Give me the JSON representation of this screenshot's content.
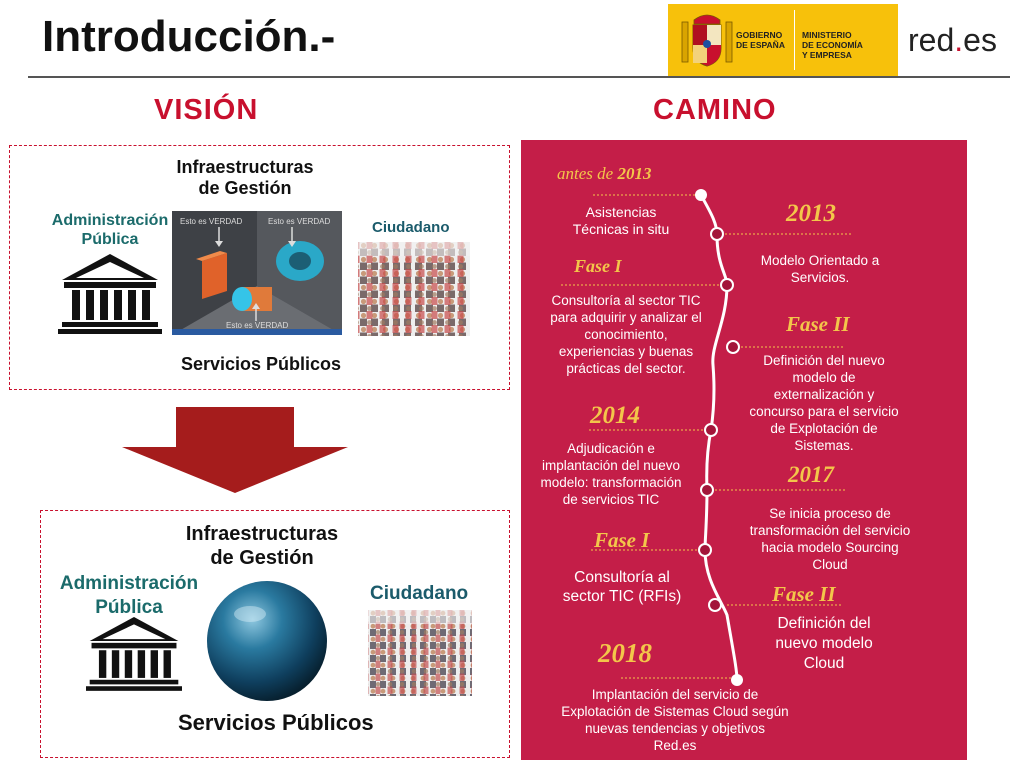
{
  "header": {
    "title": "Introducción.-",
    "gov_col1": [
      "GOBIERNO",
      "DE ESPAÑA"
    ],
    "gov_col2": [
      "MINISTERIO",
      "DE ECONOMÍA",
      "Y EMPRESA"
    ],
    "redes_prefix": "red",
    "redes_dot": ".",
    "redes_suffix": "es"
  },
  "vision": {
    "heading": "VISIÓN",
    "top": {
      "infra": [
        "Infraestructuras",
        "de Gestión"
      ],
      "admin": [
        "Administración",
        "Pública"
      ],
      "ciudadano": "Ciudadano",
      "servicios": "Servicios Públicos",
      "verdad": "Esto es VERDAD"
    },
    "bottom": {
      "infra": [
        "Infraestructuras",
        "de Gestión"
      ],
      "admin": [
        "Administración",
        "Pública"
      ],
      "ciudadano": "Ciudadano",
      "servicios": "Servicios Públicos"
    }
  },
  "camino": {
    "heading": "CAMINO",
    "pre_label": "antes de",
    "pre_year": "2013",
    "items": [
      {
        "label": "",
        "text": [
          "Asistencias",
          "Técnicas in situ"
        ]
      },
      {
        "label": "2013",
        "text": [
          "Modelo Orientado a",
          "Servicios."
        ]
      },
      {
        "label": "Fase I",
        "text": [
          "Consultoría al sector TIC",
          "para adquirir y analizar el",
          "conocimiento,",
          "experiencias y buenas",
          "prácticas del sector."
        ]
      },
      {
        "label": "Fase II",
        "text": [
          "Definición del nuevo",
          "modelo de",
          "externalización y",
          "concurso para el servicio",
          "de Explotación de",
          "Sistemas."
        ]
      },
      {
        "label": "2014",
        "text": [
          "Adjudicación e",
          "implantación del nuevo",
          "modelo: transformación",
          "de servicios TIC"
        ]
      },
      {
        "label": "2017",
        "text": [
          "Se inicia proceso de",
          "transformación del servicio",
          "hacia modelo Sourcing",
          "Cloud"
        ]
      },
      {
        "label": "Fase I",
        "text": [
          "Consultoría al",
          "sector TIC (RFIs)"
        ]
      },
      {
        "label": "Fase II",
        "text": [
          "Definición del",
          "nuevo modelo",
          "Cloud"
        ]
      },
      {
        "label": "2018",
        "text": [
          "Implantación del servicio de",
          "Explotación de Sistemas Cloud según",
          "nuevas tendencias y objetivos",
          "Red.es"
        ]
      }
    ]
  },
  "colors": {
    "accent": "#c8102e",
    "panel": "#c41e48",
    "gold": "#f3c64a",
    "gov_yellow": "#f7c10b"
  }
}
